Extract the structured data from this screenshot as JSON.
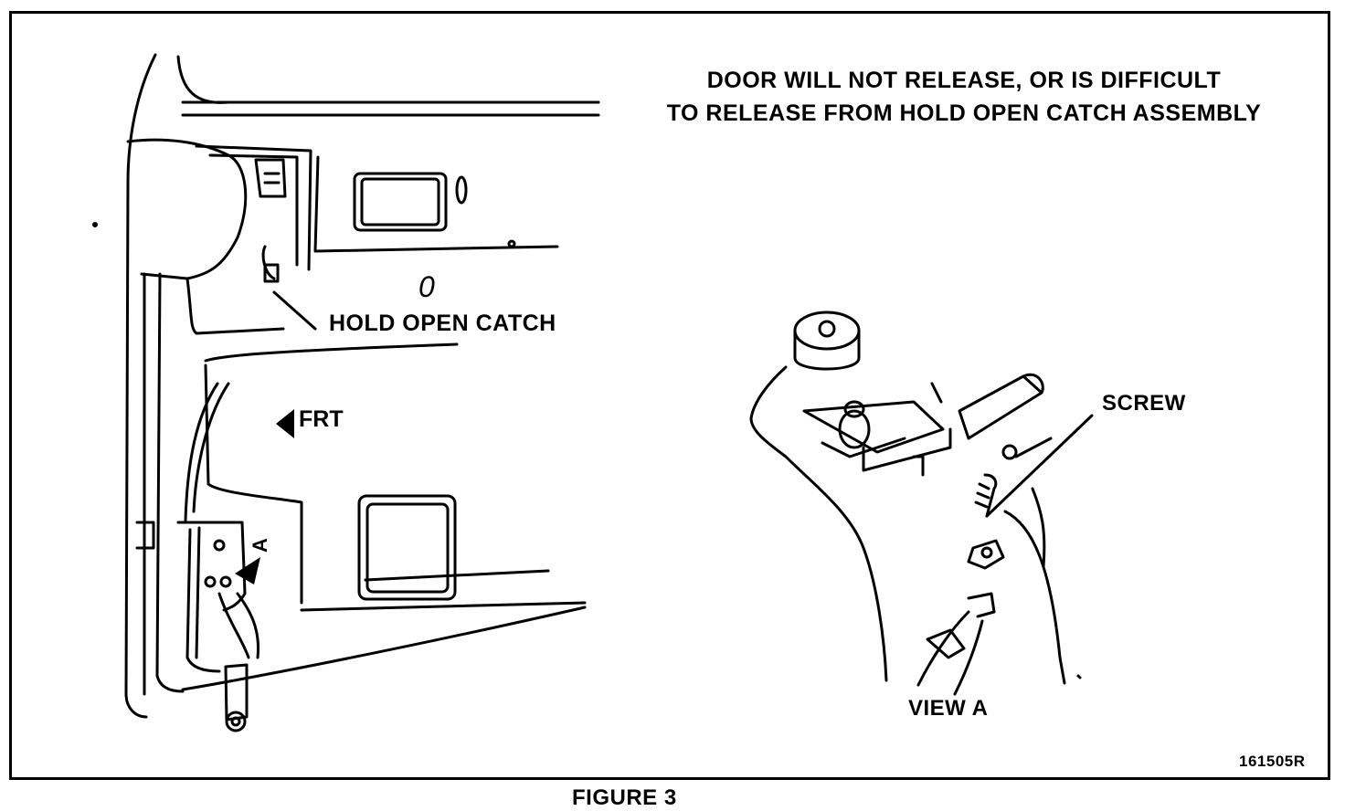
{
  "figure": {
    "title_line1": "DOOR WILL NOT RELEASE, OR IS DIFFICULT",
    "title_line2": "TO RELEASE FROM HOLD OPEN CATCH ASSEMBLY",
    "callouts": {
      "hold_open_catch": "HOLD OPEN CATCH",
      "front": "FRT",
      "screw": "SCREW",
      "view_a": "VIEW A",
      "view_marker": "A",
      "mark_zero": "0"
    },
    "part_number": "161505R",
    "caption": "FIGURE 3"
  },
  "icons": [
    "front-arrow-icon",
    "view-arrow-icon"
  ]
}
